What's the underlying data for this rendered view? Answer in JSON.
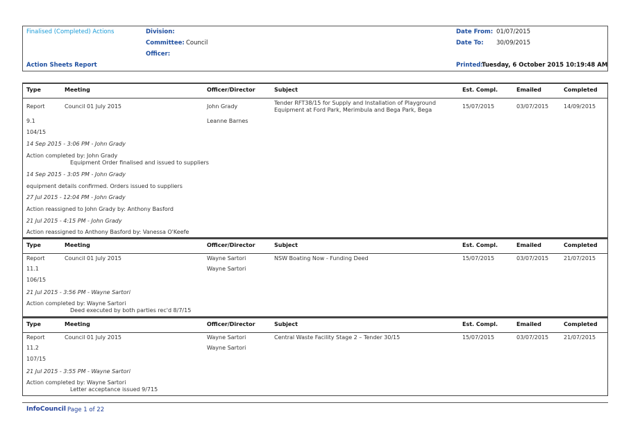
{
  "header": {
    "title": "Finalised (Completed) Actions",
    "subtitle": "Action Sheets Report",
    "division_label": "Division:",
    "committee_label": "Committee:",
    "committee_value": "Council",
    "officer_label": "Officer:",
    "date_from_label": "Date From:",
    "date_from_value": "01/07/2015",
    "date_to_label": "Date To:",
    "date_to_value": "30/09/2015",
    "printed_label": "Printed:",
    "printed_value": "Tuesday, 6 October 2015  10:19:48 AM"
  },
  "columns": [
    "Type",
    "Meeting",
    "Officer/Director",
    "Subject",
    "Est. Compl.",
    "Emailed",
    "Completed"
  ],
  "sections": [
    {
      "type": "Report",
      "meeting": "Council 01 July 2015",
      "officer": "John Grady",
      "officer2": "Leanne Barnes",
      "subject": "Tender RFT38/15 for Supply and Installation of Playground Equipment at Ford Park, Merimbula and Bega Park, Bega",
      "est": "15/07/2015",
      "emailed": "03/07/2015",
      "completed": "14/09/2015",
      "item": "9.1",
      "ref": "104/15",
      "lines": [
        "14 Sep 2015 - 3:06 PM - John Grady",
        "Action completed by: John Grady",
        "Equipment Order finalised and issued to suppliers",
        "14 Sep 2015 - 3:05 PM - John Grady",
        "equipment details confirmed. Orders issued to suppliers",
        "27 Jul 2015 - 12:04 PM - John Grady",
        "Action reassigned to John Grady by: Anthony Basford",
        "21 Jul 2015 - 4:15 PM - John Grady",
        "Action reassigned to Anthony Basford by: Vanessa O'Keefe"
      ]
    },
    {
      "type": "Report",
      "meeting": "Council 01 July 2015",
      "officer": "Wayne Sartori",
      "officer2": "Wayne Sartori",
      "subject": "NSW Boating Now - Funding Deed",
      "est": "15/07/2015",
      "emailed": "03/07/2015",
      "completed": "21/07/2015",
      "item": "11.1",
      "ref": "106/15",
      "lines": [
        "21 Jul 2015 - 3:56 PM - Wayne Sartori",
        "Action completed by: Wayne Sartori",
        "Deed executed by both parties rec'd 8/7/15"
      ]
    },
    {
      "type": "Report",
      "meeting": "Council 01 July 2015",
      "officer": "Wayne Sartori",
      "officer2": "Wayne Sartori",
      "subject": "Central Waste Facility Stage 2 – Tender 30/15",
      "est": "15/07/2015",
      "emailed": "03/07/2015",
      "completed": "21/07/2015",
      "item": "11.2",
      "ref": "107/15",
      "lines": [
        "21 Jul 2015 - 3:55 PM - Wayne Sartori",
        "Action completed by: Wayne Sartori",
        "Letter acceptance issued 9/715"
      ]
    }
  ],
  "footer": {
    "brand": "InfoCouncil",
    "page": "Page 1 of 22"
  }
}
